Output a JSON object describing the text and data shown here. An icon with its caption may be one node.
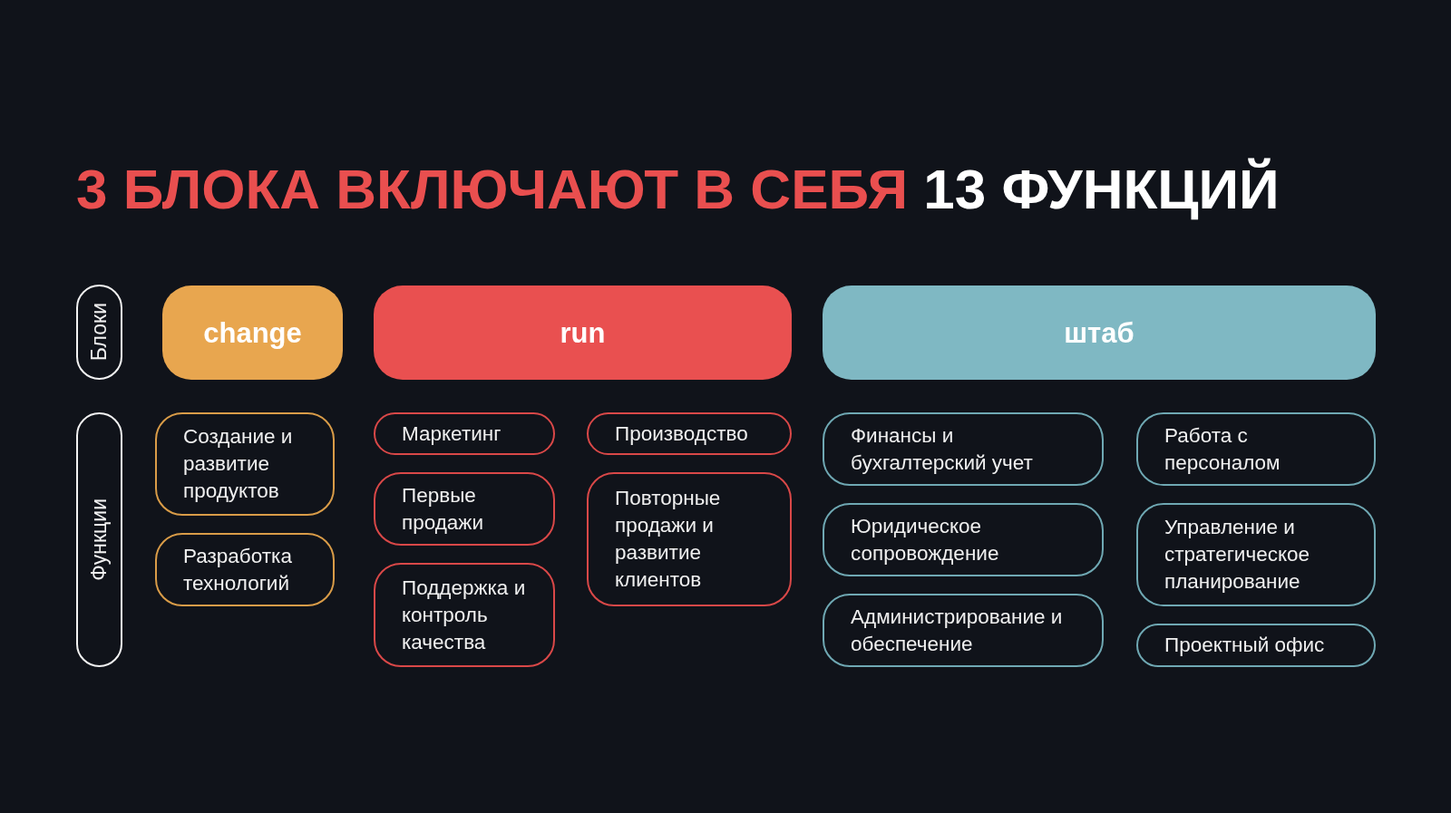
{
  "diagram": {
    "title": "3 БЛОКА ВКЛЮЧАЮТ В СЕБЯ **13 ФУНКЦИЙ**",
    "nodes": [
      {
        "text": [
          "Блоки"
        ]
      },
      {
        "text": [
          "Функции"
        ]
      },
      {
        "text": [
          "change"
        ]
      },
      {
        "text": [
          "run"
        ]
      },
      {
        "text": [
          "штаб"
        ]
      },
      {
        "text": [
          "Создание и развитие продуктов"
        ]
      },
      {
        "text": [
          "Разработка технологий"
        ]
      },
      {
        "text": [
          "Маркетинг"
        ]
      },
      {
        "text": [
          "Первые продажи"
        ]
      },
      {
        "text": [
          "Поддержка и контроль качества"
        ]
      },
      {
        "text": [
          "Производство"
        ]
      },
      {
        "text": [
          "Повторные продажи и развитие клиентов"
        ]
      },
      {
        "text": [
          "Финансы и бухгалтерский учет"
        ]
      },
      {
        "text": [
          "Юридическое сопровождение"
        ]
      },
      {
        "text": [
          "Администрирование и обеспечение"
        ]
      },
      {
        "text": [
          "Работа с персоналом"
        ]
      },
      {
        "text": [
          "Управление и стратегическое планирование"
        ]
      },
      {
        "text": [
          "Проектный офис"
        ]
      }
    ]
  }
}
